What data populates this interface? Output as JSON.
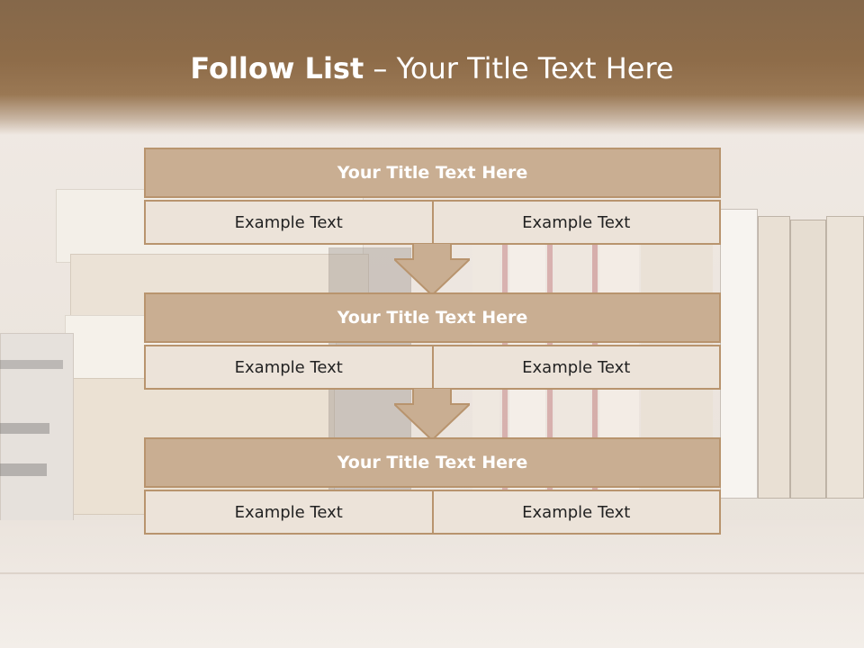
{
  "slide": {
    "title_bold": "Follow List",
    "title_rest": " – Your Title Text Here"
  },
  "list": [
    {
      "title": "Your Title Text Here",
      "left": "Example Text",
      "right": "Example Text"
    },
    {
      "title": "Your Title Text Here",
      "left": "Example Text",
      "right": "Example Text"
    },
    {
      "title": "Your Title Text Here",
      "left": "Example Text",
      "right": "Example Text"
    }
  ],
  "colors": {
    "header_band": "#8e6c49",
    "box_title_fill": "#c9ae92",
    "box_cell_fill": "#ece3d9",
    "box_border": "#b8946e",
    "arrow_fill": "#c9ae92"
  }
}
